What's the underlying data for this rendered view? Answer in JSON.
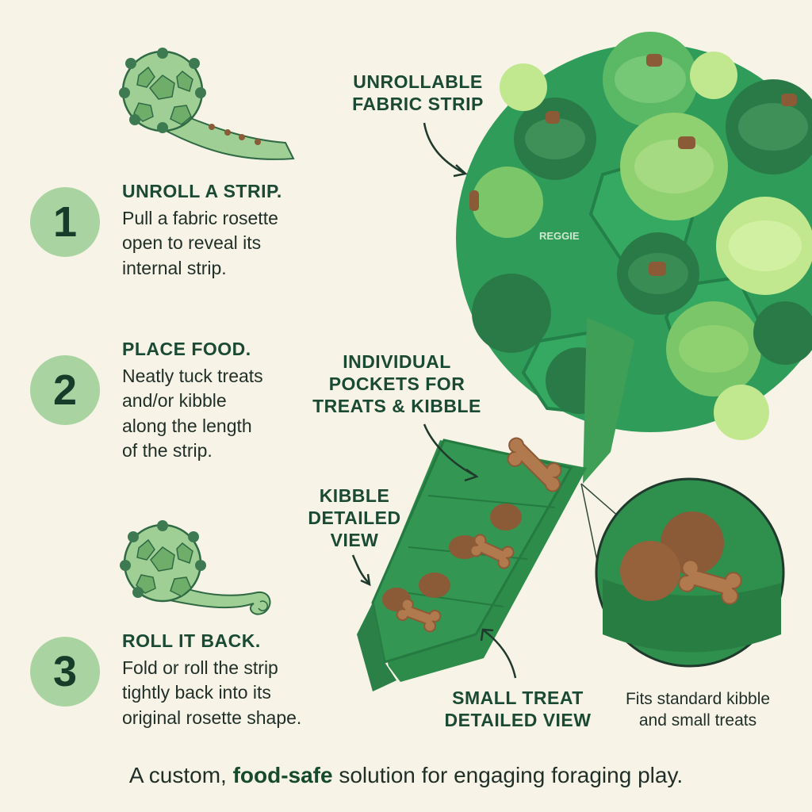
{
  "steps": [
    {
      "number": "1",
      "title": "UNROLL A STRIP.",
      "lines": [
        "Pull a fabric rosette",
        "open to reveal its",
        "internal strip."
      ]
    },
    {
      "number": "2",
      "title": "PLACE FOOD.",
      "lines": [
        "Neatly tuck treats",
        "and/or kibble",
        "along the length",
        "of the strip."
      ]
    },
    {
      "number": "3",
      "title": "ROLL IT BACK.",
      "lines": [
        "Fold or roll the strip",
        "tightly back into its",
        "original rosette shape."
      ]
    }
  ],
  "callouts": {
    "fabric_strip": [
      "UNROLLABLE",
      "FABRIC STRIP"
    ],
    "pockets": [
      "INDIVIDUAL",
      "POCKETS FOR",
      "TREATS & KIBBLE"
    ],
    "kibble_view": [
      "KIBBLE",
      "DETAILED",
      "VIEW"
    ],
    "treat_view": [
      "SMALL TREAT",
      "DETAILED VIEW"
    ]
  },
  "note": [
    "Fits standard kibble",
    "and small treats"
  ],
  "brand": "REGGIE",
  "footer": {
    "before": "A custom, ",
    "bold": "food-safe",
    "after": " solution for engaging foraging play."
  },
  "colors": {
    "background": "#f7f3e6",
    "ball_green": "#2f9c5a",
    "dark_fabric": "#2a7a47",
    "light_fabric": "#b9e28a",
    "step_circle": "#a9d3a1",
    "treat_brown": "#8b5a36"
  },
  "icons": [
    "ball-sketch-icon",
    "ball-sketch-rolled-icon",
    "arrow-icon",
    "bone-treat-icon",
    "kibble-icon"
  ]
}
